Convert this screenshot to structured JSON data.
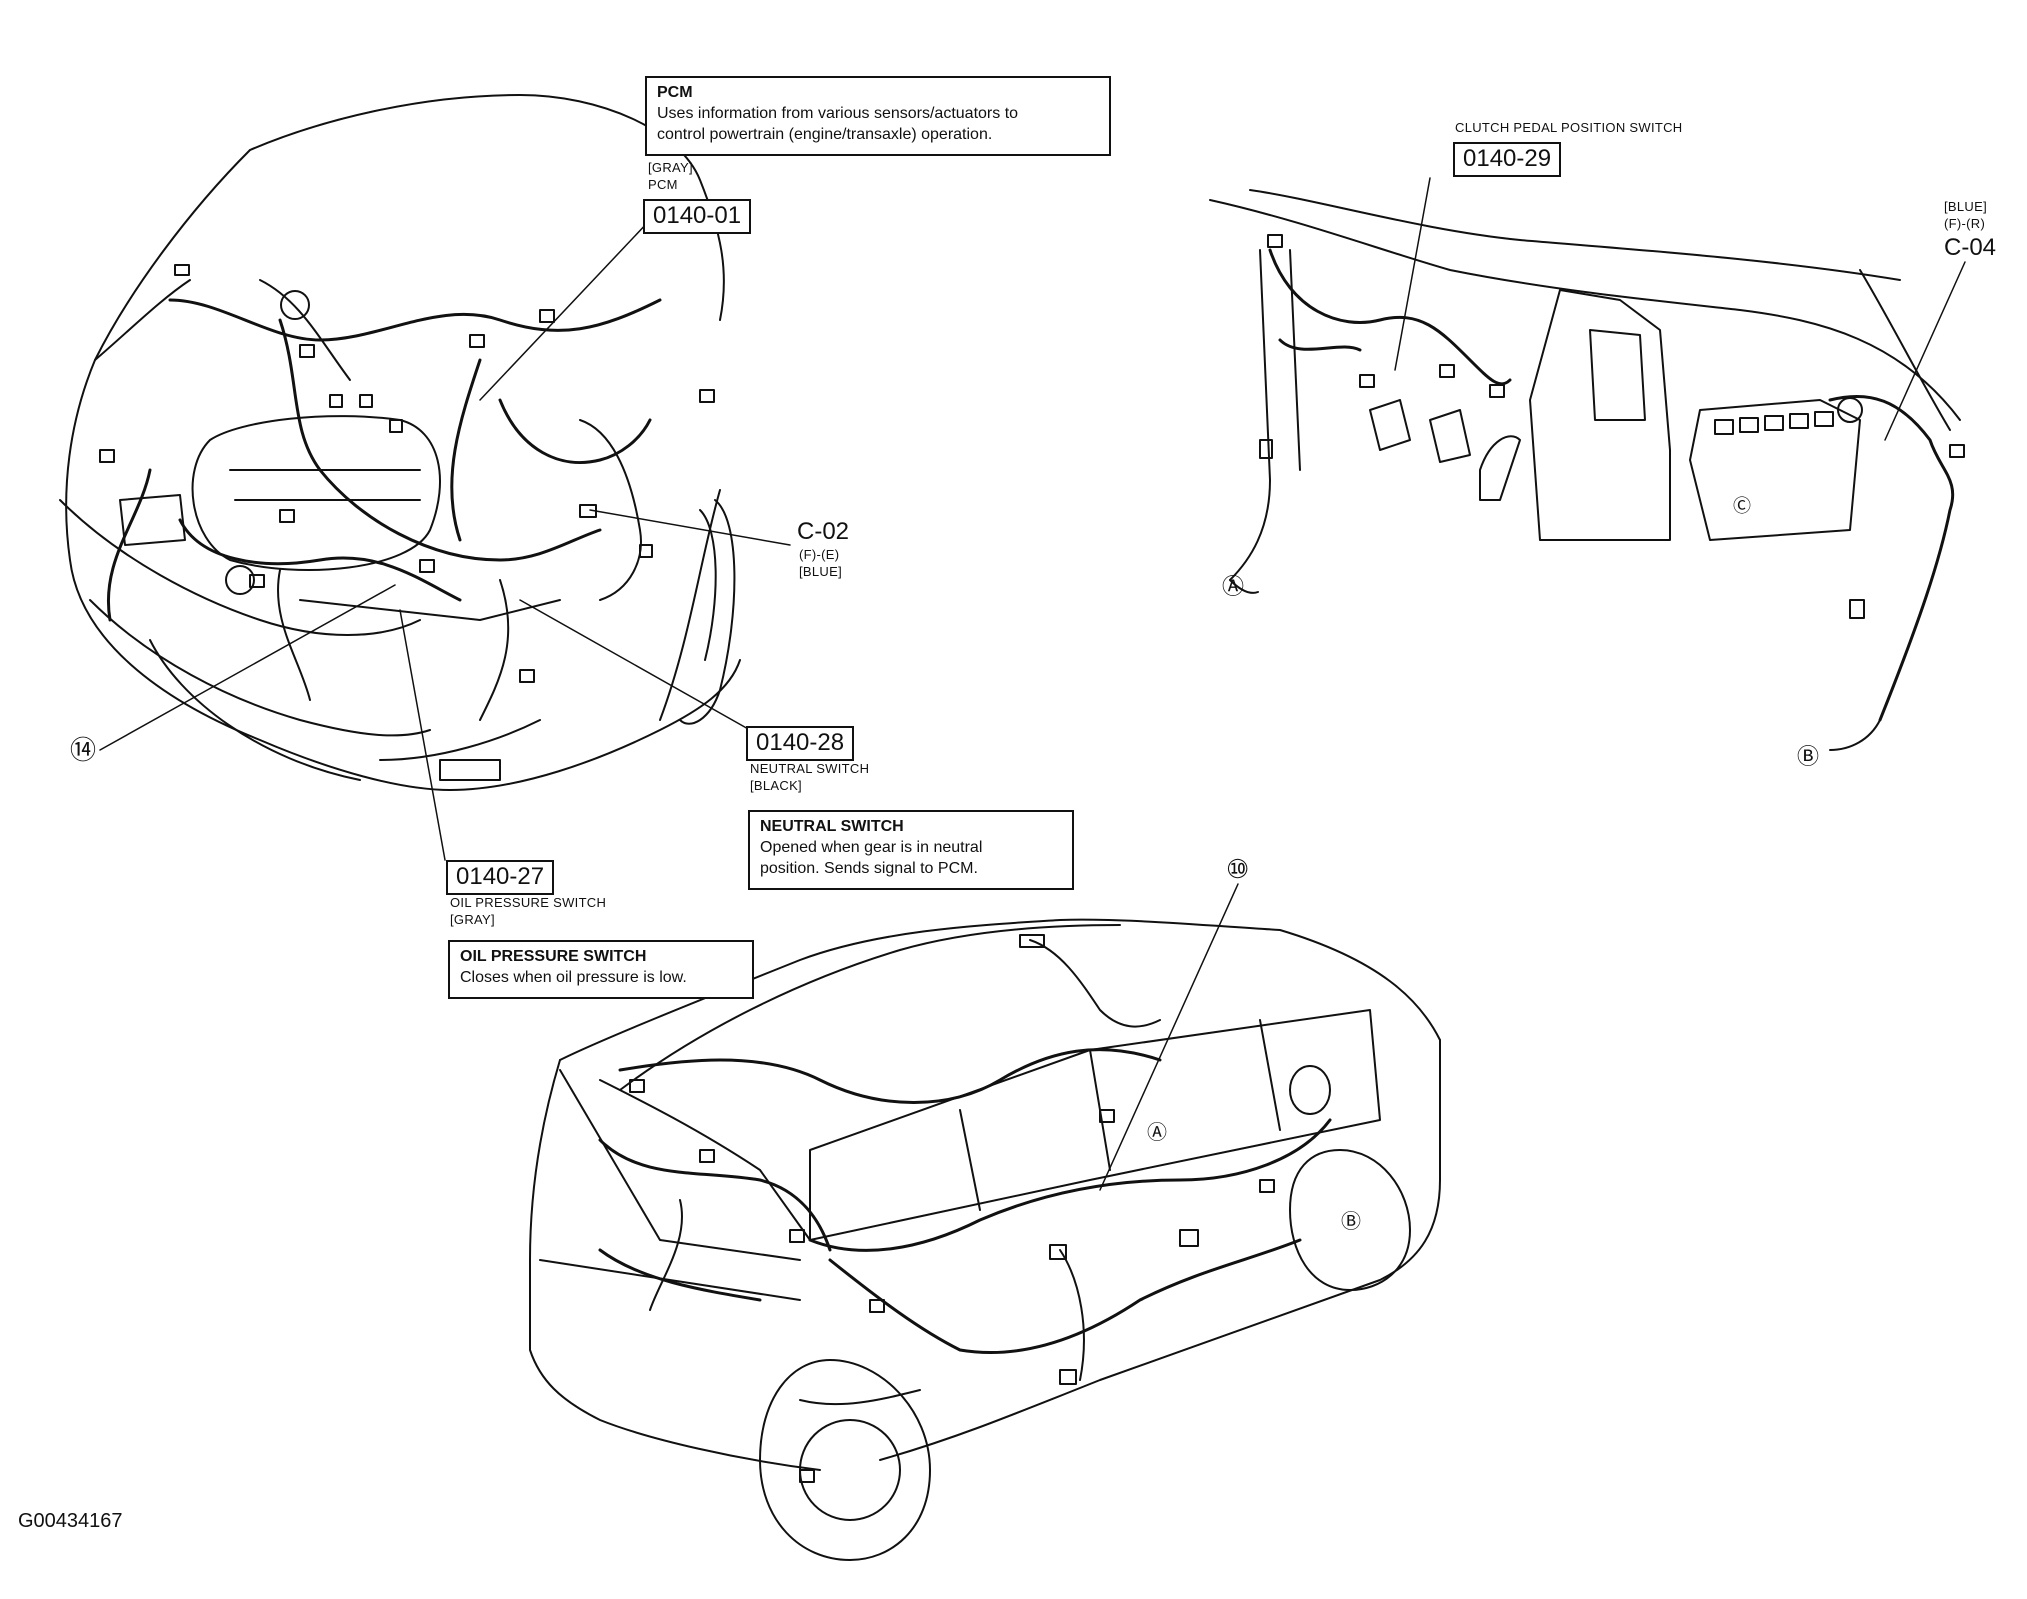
{
  "callouts": {
    "pcm": {
      "title": "PCM",
      "text": "Uses information from various sensors/actuators to\ncontrol powertrain (engine/transaxle) operation."
    },
    "neutral": {
      "title": "NEUTRAL SWITCH",
      "text": "Opened when gear is in neutral\nposition. Sends signal to PCM."
    },
    "oil": {
      "title": "OIL PRESSURE SWITCH",
      "text": "Closes when oil pressure is low."
    }
  },
  "components": {
    "pcm": {
      "color": "[GRAY]",
      "name": "PCM",
      "code": "0140-01"
    },
    "c02": {
      "code": "C-02",
      "pins": "(F)-(E)",
      "color": "[BLUE]"
    },
    "neutral": {
      "code": "0140-28",
      "name": "NEUTRAL SWITCH",
      "color": "[BLACK]"
    },
    "oil": {
      "code": "0140-27",
      "name": "OIL PRESSURE SWITCH",
      "color": "[GRAY]"
    },
    "clutch": {
      "name": "CLUTCH PEDAL POSITION SWITCH",
      "code": "0140-29"
    },
    "c04": {
      "color": "[BLUE]",
      "pins": "(F)-(R)",
      "code": "C-04"
    }
  },
  "markers": {
    "n14": "⑭",
    "n10": "⑩",
    "a": "Ⓐ",
    "b": "Ⓑ",
    "c": "Ⓒ"
  },
  "figure_id": "G00434167"
}
